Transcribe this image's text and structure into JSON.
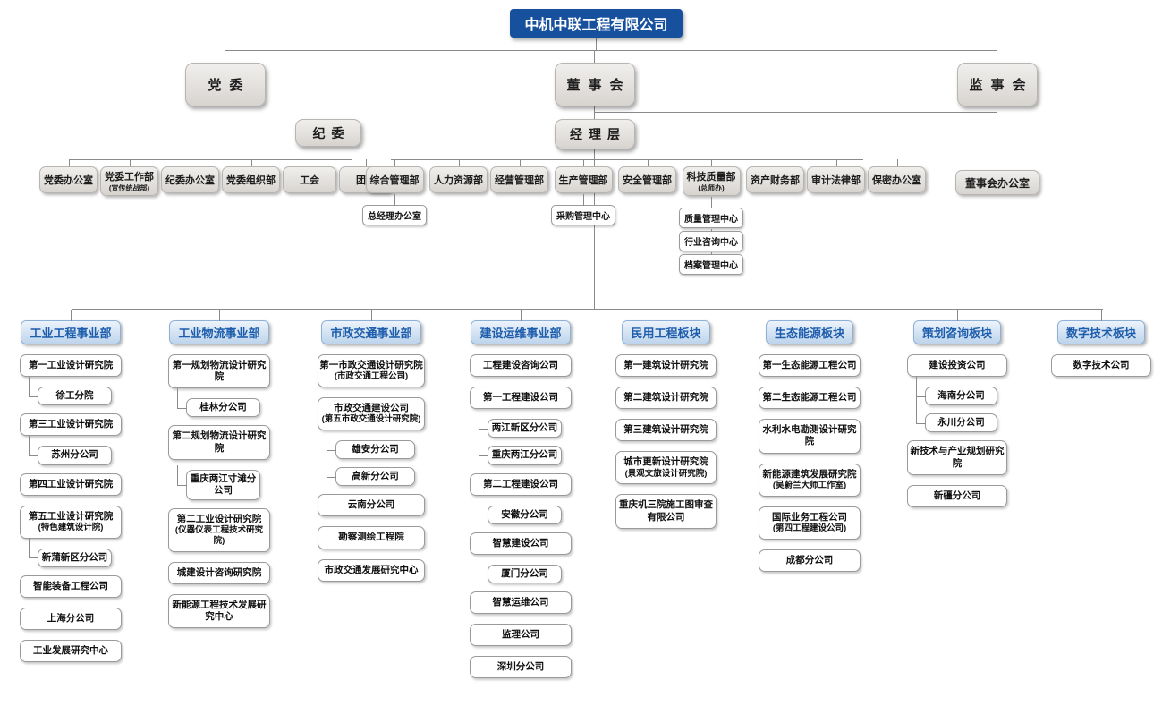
{
  "company": {
    "name": "中机中联工程有限公司"
  },
  "governance": {
    "party_committee": "党委",
    "discipline_committee": "纪委",
    "board_of_directors": "董事会",
    "management_layer": "经理层",
    "supervisory_board": "监事会",
    "board_office": "董事会办公室"
  },
  "party_departments": [
    {
      "label": "党委办公室"
    },
    {
      "label": "党委工作部",
      "sub": "(宣传统战部)"
    },
    {
      "label": "纪委办公室"
    },
    {
      "label": "党委组织部"
    },
    {
      "label": "工会"
    },
    {
      "label": "团委"
    }
  ],
  "management_departments": [
    {
      "label": "综合管理部",
      "children": [
        "总经理办公室"
      ]
    },
    {
      "label": "人力资源部"
    },
    {
      "label": "经营管理部"
    },
    {
      "label": "生产管理部",
      "children": [
        "采购管理中心"
      ]
    },
    {
      "label": "安全管理部"
    },
    {
      "label": "科技质量部",
      "sub": "(总师办)",
      "children": [
        "质量管理中心",
        "行业咨询中心",
        "档案管理中心"
      ]
    },
    {
      "label": "资产财务部"
    },
    {
      "label": "审计法律部"
    },
    {
      "label": "保密办公室"
    }
  ],
  "divisions": [
    {
      "header": "工业工程事业部",
      "nodes": [
        {
          "label": "第一工业设计研究院"
        },
        {
          "label": "徐工分院",
          "indent": true
        },
        {
          "label": "第三工业设计研究院"
        },
        {
          "label": "苏州分公司",
          "indent": true
        },
        {
          "label": "第四工业设计研究院"
        },
        {
          "label": "第五工业设计研究院",
          "sub": "(特色建筑设计院)"
        },
        {
          "label": "新蒲新区分公司",
          "indent": true
        },
        {
          "label": "智能装备工程公司"
        },
        {
          "label": "上海分公司"
        },
        {
          "label": "工业发展研究中心"
        }
      ]
    },
    {
      "header": "工业物流事业部",
      "nodes": [
        {
          "label": "第一规划物流设计研究院"
        },
        {
          "label": "桂林分公司",
          "indent": true
        },
        {
          "label": "第二规划物流设计研究院"
        },
        {
          "label": "重庆两江寸滩分公司",
          "indent": true
        },
        {
          "label": "第二工业设计研究院",
          "sub": "(仪器仪表工程技术研究院)"
        },
        {
          "label": "城建设计咨询研究院"
        },
        {
          "label": "新能源工程技术发展研究中心"
        }
      ]
    },
    {
      "header": "市政交通事业部",
      "nodes": [
        {
          "label": "第一市政交通设计研究院",
          "sub": "(市政交通工程公司)"
        },
        {
          "label": "市政交通建设公司",
          "sub": "(第五市政交通设计研究院)"
        },
        {
          "label": "雄安分公司",
          "indent": true
        },
        {
          "label": "高新分公司",
          "indent": true
        },
        {
          "label": "云南分公司"
        },
        {
          "label": "勘察测绘工程院"
        },
        {
          "label": "市政交通发展研究中心"
        }
      ]
    },
    {
      "header": "建设运维事业部",
      "nodes": [
        {
          "label": "工程建设咨询公司"
        },
        {
          "label": "第一工程建设公司"
        },
        {
          "label": "两江新区分公司",
          "indent": true
        },
        {
          "label": "重庆两江分公司",
          "indent": true
        },
        {
          "label": "第二工程建设公司"
        },
        {
          "label": "安徽分公司",
          "indent": true
        },
        {
          "label": "智慧建设公司"
        },
        {
          "label": "厦门分公司",
          "indent": true
        },
        {
          "label": "智慧运维公司"
        },
        {
          "label": "监理公司"
        },
        {
          "label": "深圳分公司"
        }
      ]
    },
    {
      "header": "民用工程板块",
      "nodes": [
        {
          "label": "第一建筑设计研究院"
        },
        {
          "label": "第二建筑设计研究院"
        },
        {
          "label": "第三建筑设计研究院"
        },
        {
          "label": "城市更新设计研究院",
          "sub": "(景观文旅设计研究院)"
        },
        {
          "label": "重庆机三院施工图审查有限公司"
        }
      ]
    },
    {
      "header": "生态能源板块",
      "nodes": [
        {
          "label": "第一生态能源工程公司"
        },
        {
          "label": "第二生态能源工程公司"
        },
        {
          "label": "水利水电勘测设计研究院"
        },
        {
          "label": "新能源建筑发展研究院",
          "sub": "(吴蔚兰大师工作室)"
        },
        {
          "label": "国际业务工程公司",
          "sub": "(第四工程建设公司)"
        },
        {
          "label": "成都分公司"
        }
      ]
    },
    {
      "header": "策划咨询板块",
      "nodes": [
        {
          "label": "建设投资公司"
        },
        {
          "label": "海南分公司",
          "indent": true
        },
        {
          "label": "永川分公司",
          "indent": true
        },
        {
          "label": "新技术与产业规划研究院"
        },
        {
          "label": "新疆分公司"
        }
      ]
    },
    {
      "header": "数字技术板块",
      "nodes": [
        {
          "label": "数字技术公司"
        }
      ]
    }
  ],
  "colors": {
    "root_bg": "#17519e",
    "division_header_text": "#1d5dac",
    "connector": "#8a8a8a"
  }
}
